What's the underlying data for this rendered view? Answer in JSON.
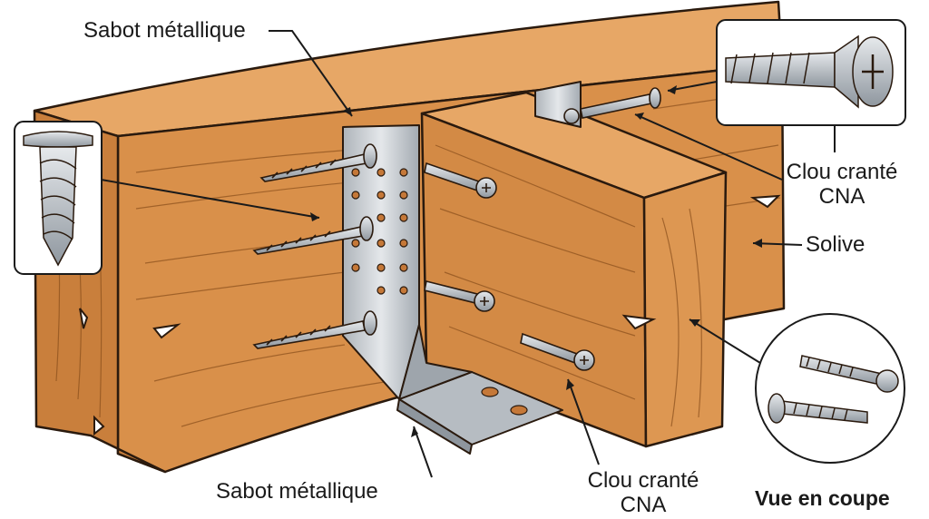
{
  "labels": {
    "top_left": "Sabot métallique",
    "bottom_center": "Sabot métallique",
    "right_nail": [
      "Clou cranté",
      "CNA"
    ],
    "bottom_nail": [
      "Clou cranté",
      "CNA"
    ],
    "joist": "Solive",
    "section_view": "Vue en coupe"
  },
  "colors": {
    "wood": "#d9904a",
    "wood_light": "#e7a766",
    "wood_dark": "#b96f2e",
    "steel": "#c9ced3",
    "outline": "#2a1a0e"
  },
  "icons": [
    "ring-shank-nail-icon",
    "screw-icon"
  ]
}
